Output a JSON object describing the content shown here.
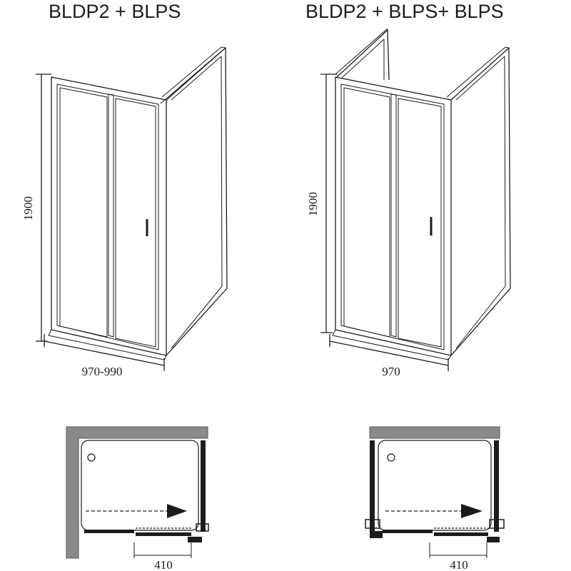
{
  "left_configuration": {
    "title": "BLDP2 + BLPS",
    "height_label": "1900",
    "width_label": "970-990",
    "plan_dimension_label": "410"
  },
  "right_configuration": {
    "title": "BLDP2 + BLPS+ BLPS",
    "height_label": "1900",
    "width_label": "970",
    "plan_dimension_label": "410"
  },
  "colors": {
    "frame": "#1c1c1c",
    "wall": "#8a8a8a",
    "shower_tray": "#ffffff"
  },
  "icons": [
    "drain-icon",
    "sliding-direction-arrow-icon"
  ]
}
